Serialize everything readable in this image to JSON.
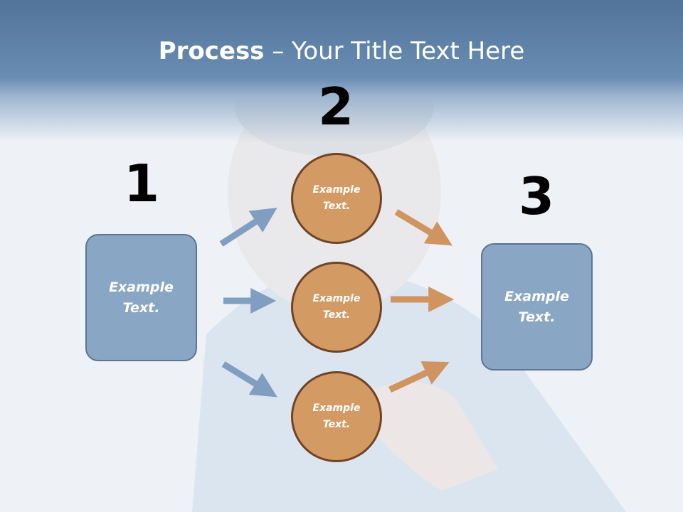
{
  "title": {
    "bold": "Process",
    "rest": " – Your Title Text Here"
  },
  "steps": [
    {
      "number": "1",
      "text": "Example Text."
    },
    {
      "number": "2",
      "circles": [
        "Example Text.",
        "Example Text.",
        "Example Text."
      ]
    },
    {
      "number": "3",
      "text": "Example Text."
    }
  ],
  "colors": {
    "header": "#51739a",
    "box_fill": "#89a6c5",
    "circle_fill": "#d49a63",
    "blue_arrow": "#7f9ec0",
    "orange_arrow": "#d09461"
  }
}
